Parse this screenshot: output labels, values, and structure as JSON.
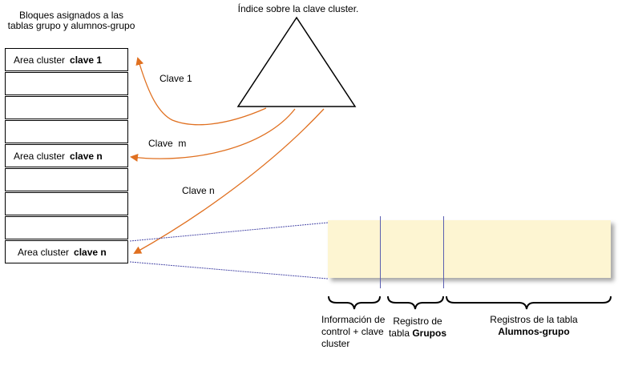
{
  "top_caption": "Índice sobre la clave cluster.",
  "blocks_caption": "Bloques asignados a las tablas grupo y alumnos-grupo",
  "cluster_area_prefix": "Area cluster",
  "clusters": [
    {
      "key": "clave 1"
    },
    {
      "key": "clave n"
    },
    {
      "key": "clave n"
    }
  ],
  "arrows": {
    "first": "Clave 1",
    "second": "Clave  m",
    "third": "Clave n"
  },
  "record_sections": {
    "control": "Información de control + clave cluster",
    "grupos_prefix": "Registro de tabla",
    "grupos_bold": "Grupos",
    "alumnos_prefix": "Registros de la tabla",
    "alumnos_bold": "Alumnos-grupo"
  },
  "colors": {
    "arrow": "#e07020",
    "record_fill": "#fdf5d2",
    "dashed_line": "#4a4aa8"
  }
}
